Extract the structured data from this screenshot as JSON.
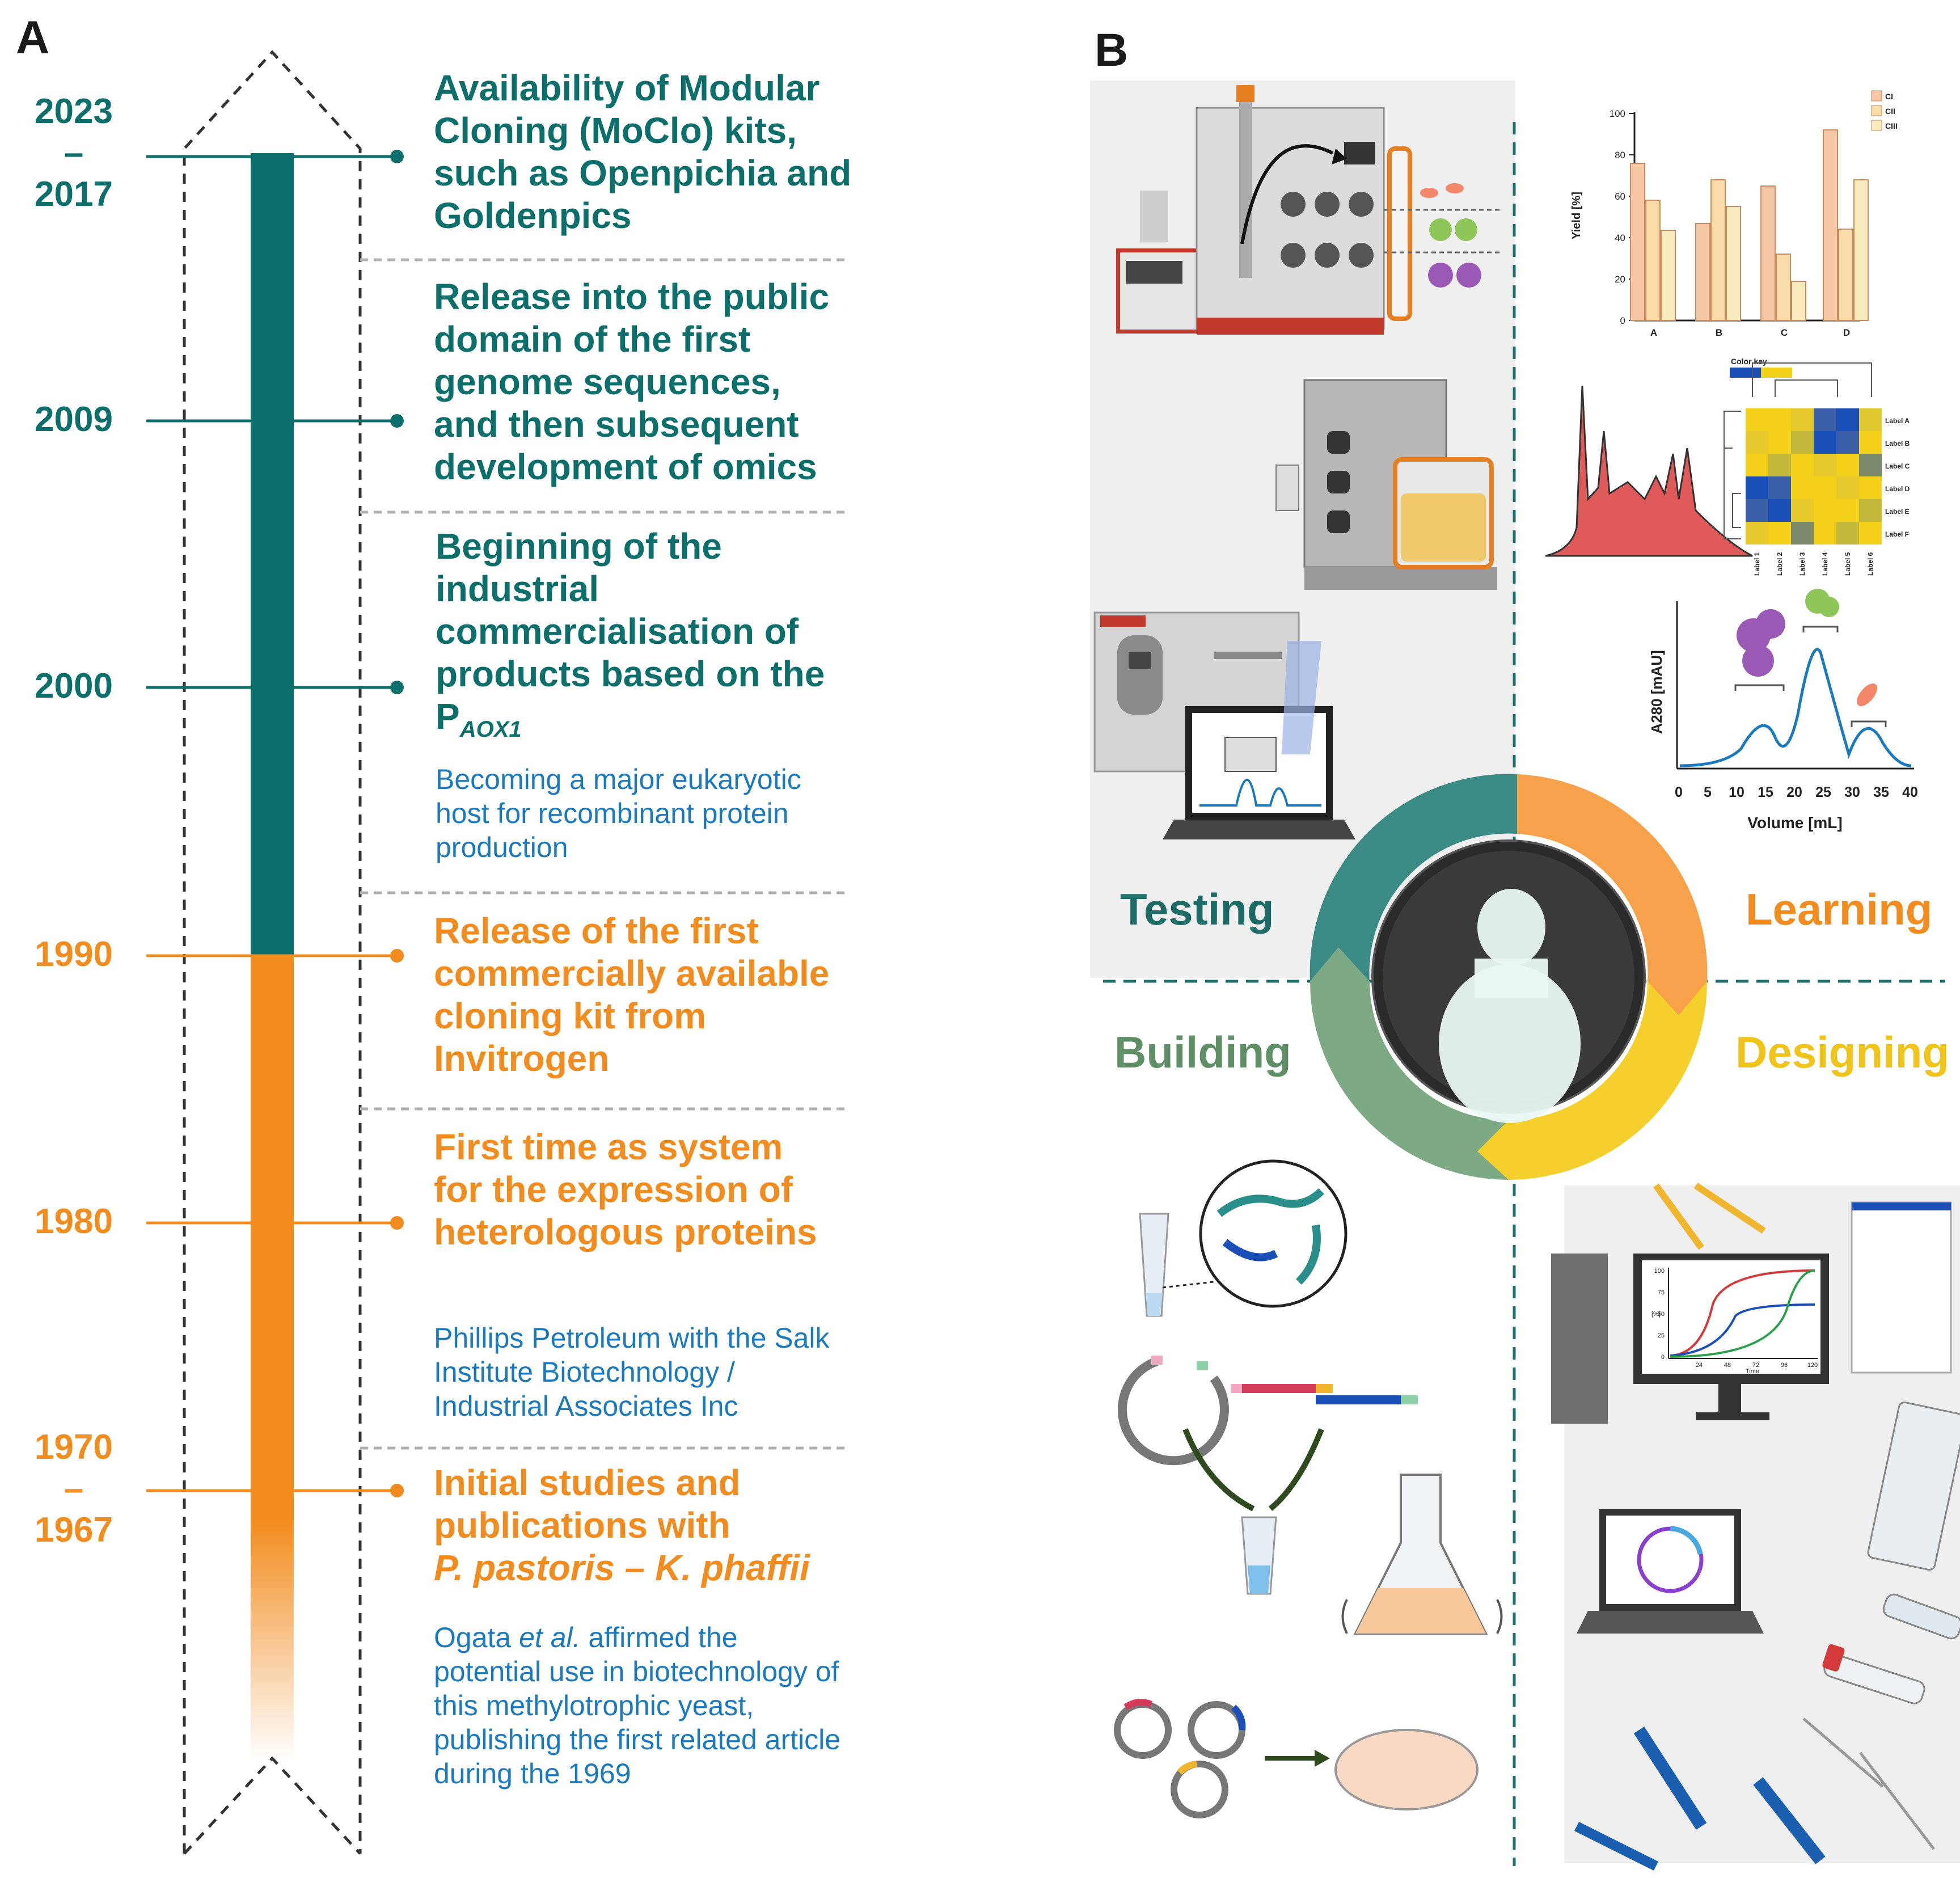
{
  "panel_a": {
    "label": "A",
    "years": {
      "y2023": "2023",
      "y2017": "2017",
      "y2009": "2009",
      "y2000": "2000",
      "y1990": "1990",
      "y1980": "1980",
      "y1970": "1970",
      "y1967": "1967",
      "dash": "–"
    },
    "events": {
      "e1": "Availability of Modular Cloning (MoClo) kits, such as Openpichia and Goldenpics",
      "e2": "Release into the public domain of the first genome sequences, and then subsequent development of omics",
      "e3": "Beginning of the industrial commercialisation of products based on the P",
      "e3_sub": "AOX1",
      "e3_note": "Becoming a major eukaryotic host for recombinant protein production",
      "e4": "Release of the first commercially available cloning kit from Invitrogen",
      "e5": "First time as system for the expression of heterologous proteins",
      "e5_note": "Phillips Petroleum with the Salk Institute Biotechnology / Industrial Associates Inc",
      "e6": "Initial studies and publications with",
      "e6_species": "P. pastoris – K. phaffii",
      "e6_note_a": "Ogata ",
      "e6_note_b": "et al.",
      "e6_note_c": " affirmed the potential use in biotechnology of this methylotrophic yeast, publishing the first related article during the 1969"
    },
    "colors": {
      "teal": "#0d6f6b",
      "orange": "#f28c1e",
      "blue": "#1a79bf"
    }
  },
  "panel_b": {
    "label": "B",
    "cycle": {
      "testing": "Testing",
      "learning": "Learning",
      "building": "Building",
      "designing": "Designing"
    },
    "colors": {
      "testing": "#3a8a85",
      "learning": "#f7a24b",
      "building": "#7daa85",
      "designing": "#f5cf2b"
    },
    "bar_chart": {
      "ylabel": "Yield [%]",
      "categories": [
        "A",
        "B",
        "C",
        "D"
      ],
      "yticks": [
        "0",
        "20",
        "40",
        "60",
        "80",
        "100"
      ],
      "legend": [
        "CI",
        "CII",
        "CIII"
      ]
    },
    "heatmap": {
      "color_key": "Color key",
      "row_labels": [
        "Label A",
        "Label B",
        "Label C",
        "Label D",
        "Label E",
        "Label F"
      ],
      "col_labels": [
        "Label 1",
        "Label 2",
        "Label 3",
        "Label 4",
        "Label 5",
        "Label 6"
      ]
    },
    "chromatogram": {
      "ylabel": "A280 [mAU]",
      "xlabel": "Volume [mL]",
      "xticks": [
        "0",
        "5",
        "10",
        "15",
        "20",
        "25",
        "30",
        "35",
        "40"
      ]
    },
    "growth_chart": {
      "ylabel": "[%]",
      "xlabel": "Time",
      "yticks": [
        "0",
        "25",
        "50",
        "75",
        "100"
      ],
      "xticks": [
        "24",
        "48",
        "72",
        "96",
        "120"
      ]
    }
  }
}
